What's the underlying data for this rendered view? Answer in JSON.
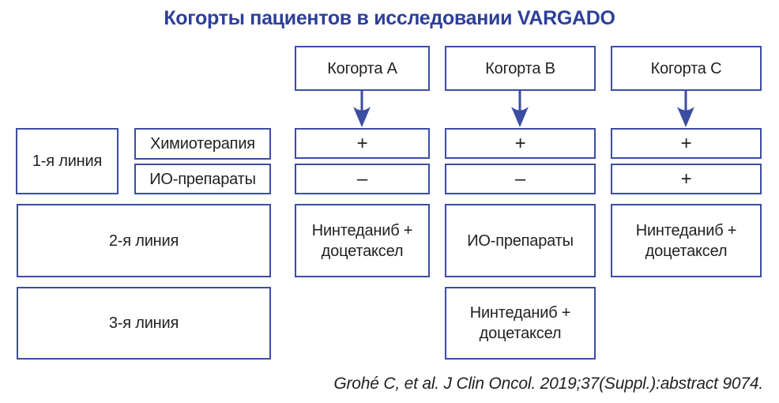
{
  "title": "Когорты пациентов в исследовании VARGADO",
  "citation": "Grohé C, et al. J Clin Oncol. 2019;37(Suppl.):abstract 9074.",
  "colors": {
    "title_blue": "#2d3f99",
    "border_blue": "#3c4da3",
    "arrow_blue": "#3c4da3",
    "text_black": "#231f20"
  },
  "left_column": {
    "line1_label": "1-я линия",
    "chemo_label": "Химиотерапия",
    "io_label": "ИО-препараты",
    "line2_label": "2-я линия",
    "line3_label": "3-я линия"
  },
  "cohorts": [
    {
      "name": "Когорта A",
      "chemo": "+",
      "io": "–",
      "line2_therapy": "Нинтеданиб + доцетаксел"
    },
    {
      "name": "Когорта B",
      "chemo": "+",
      "io": "–",
      "line2_therapy": "ИО-препараты",
      "line3_therapy": "Нинтеданиб + доцетаксел"
    },
    {
      "name": "Когорта C",
      "chemo": "+",
      "io": "+",
      "line2_therapy": "Нинтеданиб + доцетаксел"
    }
  ]
}
